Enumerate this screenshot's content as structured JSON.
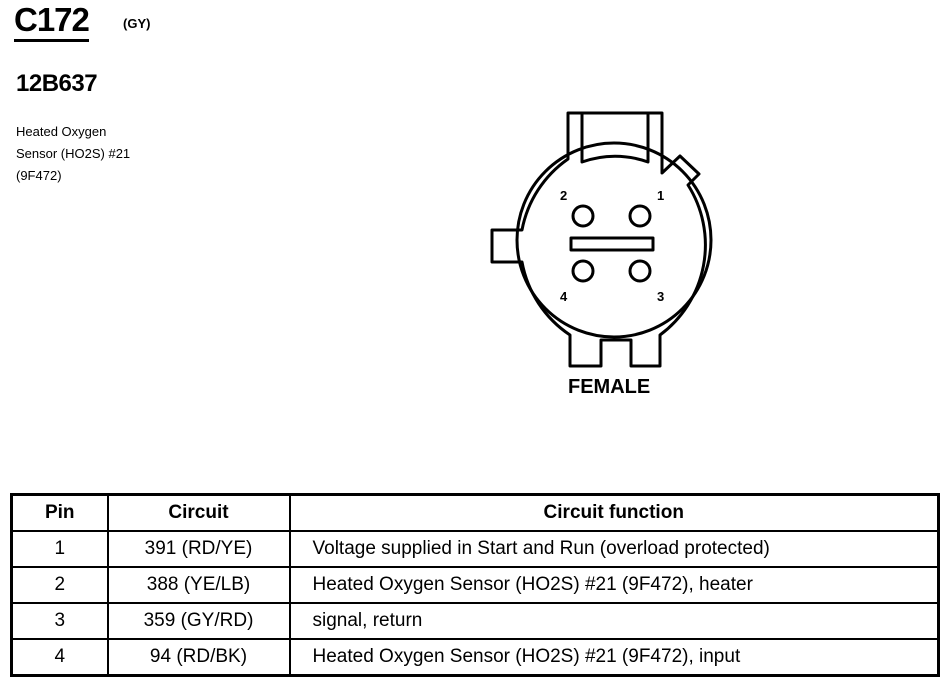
{
  "connector": {
    "id": "C172",
    "color_code": "(GY)",
    "part_number": "12B637",
    "description": [
      "Heated Oxygen",
      "Sensor (HO2S) #21",
      "(9F472)"
    ],
    "gender": "FEMALE"
  },
  "diagram": {
    "pin_numbers": {
      "p1": "1",
      "p2": "2",
      "p3": "3",
      "p4": "4"
    }
  },
  "table": {
    "headers": {
      "pin": "Pin",
      "circuit": "Circuit",
      "function": "Circuit function"
    },
    "rows": [
      {
        "pin": "1",
        "circuit": "391 (RD/YE)",
        "function": "Voltage supplied in Start and Run (overload protected)"
      },
      {
        "pin": "2",
        "circuit": "388 (YE/LB)",
        "function": "Heated Oxygen Sensor (HO2S) #21 (9F472), heater"
      },
      {
        "pin": "3",
        "circuit": "359 (GY/RD)",
        "function": "signal, return"
      },
      {
        "pin": "4",
        "circuit": "94 (RD/BK)",
        "function": "Heated Oxygen Sensor (HO2S) #21 (9F472), input"
      }
    ]
  }
}
